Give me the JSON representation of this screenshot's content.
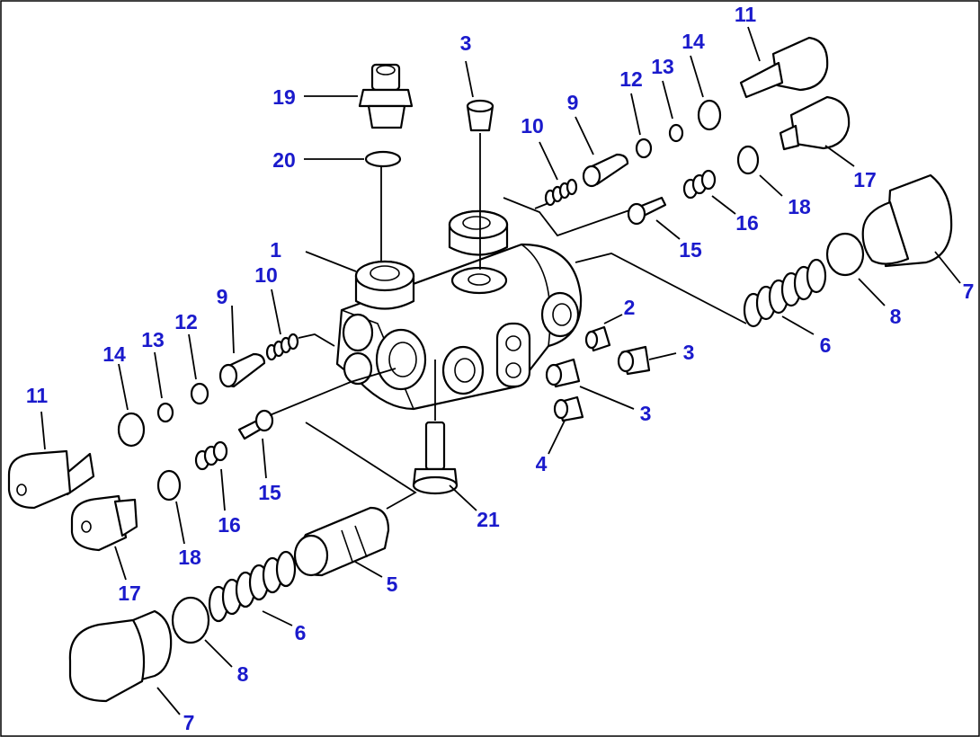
{
  "callouts": [
    {
      "id": "c1",
      "label": "1"
    },
    {
      "id": "c2",
      "label": "2"
    },
    {
      "id": "c3a",
      "label": "3"
    },
    {
      "id": "c3b",
      "label": "3"
    },
    {
      "id": "c3c",
      "label": "3"
    },
    {
      "id": "c4",
      "label": "4"
    },
    {
      "id": "c5",
      "label": "5"
    },
    {
      "id": "c6a",
      "label": "6"
    },
    {
      "id": "c6b",
      "label": "6"
    },
    {
      "id": "c7a",
      "label": "7"
    },
    {
      "id": "c7b",
      "label": "7"
    },
    {
      "id": "c8a",
      "label": "8"
    },
    {
      "id": "c8b",
      "label": "8"
    },
    {
      "id": "c9a",
      "label": "9"
    },
    {
      "id": "c9b",
      "label": "9"
    },
    {
      "id": "c10a",
      "label": "10"
    },
    {
      "id": "c10b",
      "label": "10"
    },
    {
      "id": "c11a",
      "label": "11"
    },
    {
      "id": "c11b",
      "label": "11"
    },
    {
      "id": "c12a",
      "label": "12"
    },
    {
      "id": "c12b",
      "label": "12"
    },
    {
      "id": "c13a",
      "label": "13"
    },
    {
      "id": "c13b",
      "label": "13"
    },
    {
      "id": "c14a",
      "label": "14"
    },
    {
      "id": "c14b",
      "label": "14"
    },
    {
      "id": "c15a",
      "label": "15"
    },
    {
      "id": "c15b",
      "label": "15"
    },
    {
      "id": "c16a",
      "label": "16"
    },
    {
      "id": "c16b",
      "label": "16"
    },
    {
      "id": "c17a",
      "label": "17"
    },
    {
      "id": "c17b",
      "label": "17"
    },
    {
      "id": "c18a",
      "label": "18"
    },
    {
      "id": "c18b",
      "label": "18"
    },
    {
      "id": "c19",
      "label": "19"
    },
    {
      "id": "c20",
      "label": "20"
    },
    {
      "id": "c21",
      "label": "21"
    }
  ],
  "colors": {
    "callout": "#1a1acc",
    "line": "#000000",
    "background": "#ffffff"
  }
}
